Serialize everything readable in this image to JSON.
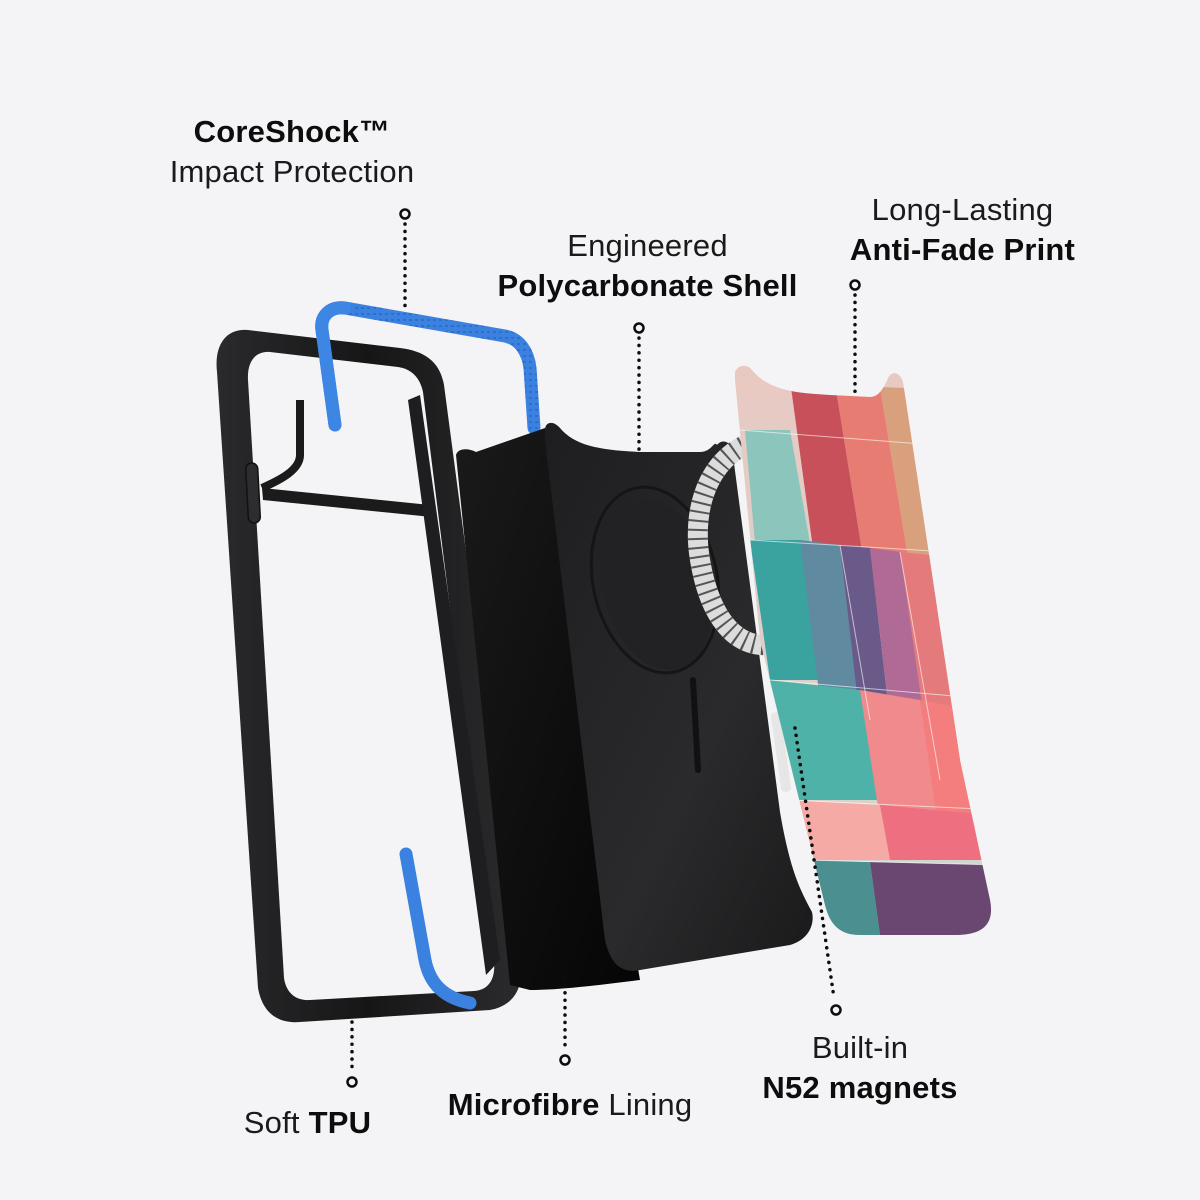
{
  "colors": {
    "background": "#f4f4f6",
    "tpu_frame": "#1c1c1e",
    "coreshock_blue": "#3b82e0",
    "shell": "#232325",
    "microfibre": "#0e0e0e",
    "magnet_ring": "#d8d8d8",
    "connector": "#0d0d0d"
  },
  "labels": {
    "coreshock": {
      "bold": "CoreShock™",
      "light": "Impact Protection"
    },
    "polycarbonate": {
      "light": "Engineered",
      "bold": "Polycarbonate Shell"
    },
    "antifade": {
      "light": "Long-Lasting",
      "bold": "Anti-Fade Print"
    },
    "tpu": {
      "light": "Soft",
      "bold": "TPU"
    },
    "microfibre": {
      "bold": "Microfibre",
      "light": "Lining"
    },
    "magnets": {
      "light": "Built-in",
      "bold": "N52 magnets"
    }
  },
  "layers": [
    {
      "name": "Soft TPU frame",
      "icon": "tpu-frame-layer"
    },
    {
      "name": "CoreShock bumper inserts",
      "icon": "coreshock-insert-layer"
    },
    {
      "name": "Microfibre lining",
      "icon": "microfibre-layer"
    },
    {
      "name": "Polycarbonate shell",
      "icon": "polycarbonate-shell-layer"
    },
    {
      "name": "N52 magnet ring",
      "icon": "magnet-ring-layer"
    },
    {
      "name": "Anti-fade print",
      "icon": "print-layer"
    }
  ]
}
